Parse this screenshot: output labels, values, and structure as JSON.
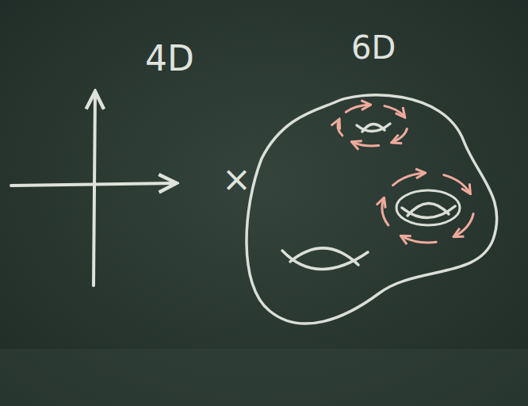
{
  "diagram": {
    "labels": [
      "4D",
      "×",
      "6D"
    ]
  }
}
